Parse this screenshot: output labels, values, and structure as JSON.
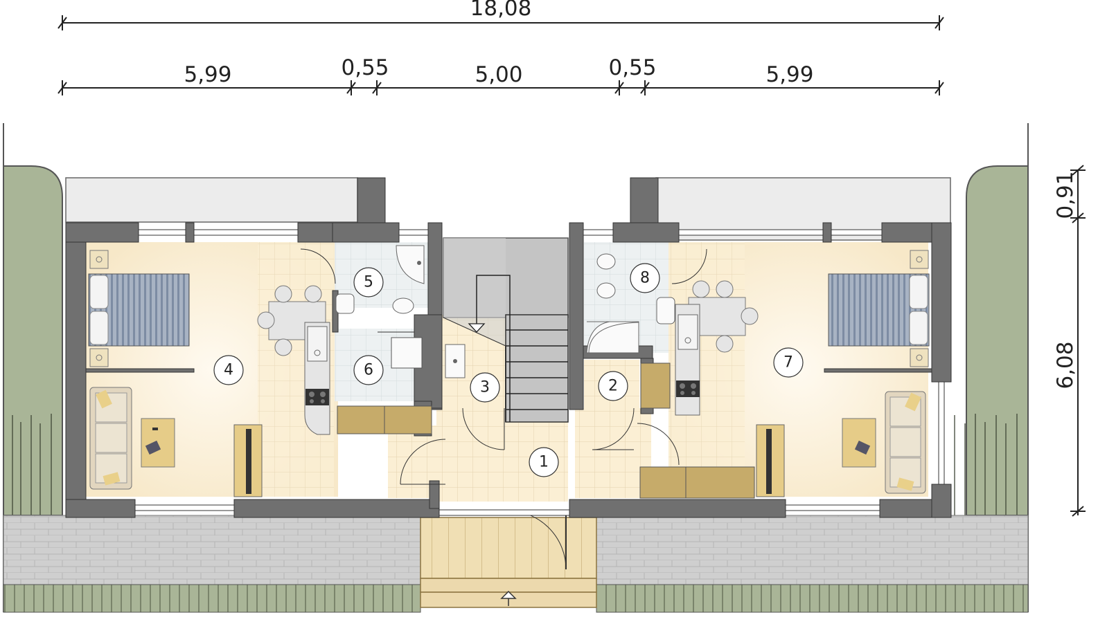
{
  "dimensions": {
    "total_width": "18,08",
    "segments": [
      "5,99",
      "0,55",
      "5,00",
      "0,55",
      "5,99"
    ],
    "right_top": "0,91",
    "right_depth": "6,08"
  },
  "rooms": [
    "1",
    "2",
    "3",
    "4",
    "5",
    "6",
    "7",
    "8"
  ],
  "colors": {
    "wall": "#6f6f6f",
    "floor": "#fbf1dc",
    "tile": "#f3e6c8",
    "bath_tile": "#e9eef0",
    "garden": "#a9b597",
    "paving": "#c9c9c9",
    "deck": "#ecd9ad",
    "stair": "#bfbfbf",
    "furniture_wood": "#c6ab6a",
    "bed_stripes": "#8c9bb0"
  }
}
